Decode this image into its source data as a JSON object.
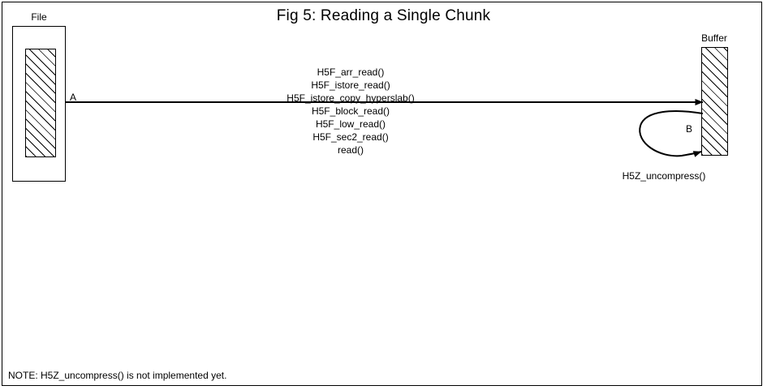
{
  "figure": {
    "title": "Fig 5:  Reading a Single Chunk",
    "note": "NOTE: H5Z_uncompress() is not implemented yet."
  },
  "nodes": {
    "file": {
      "caption": "File"
    },
    "buffer": {
      "caption": "Buffer"
    }
  },
  "edges": {
    "a": {
      "label": "A",
      "calls_above": [
        "H5F_arr_read()",
        "H5F_istore_read()",
        "H5F_istore_copy_hyperslab()"
      ],
      "calls_below": [
        "H5F_block_read()",
        "H5F_low_read()",
        "H5F_sec2_read()",
        "read()"
      ]
    },
    "b": {
      "label": "B",
      "call": "H5Z_uncompress()"
    }
  },
  "colors": {
    "stroke": "#000000",
    "background": "#ffffff"
  }
}
